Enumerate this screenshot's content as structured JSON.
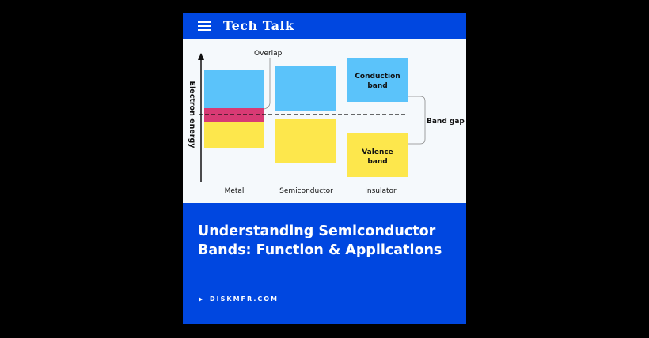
{
  "header": {
    "brand": "Tech Talk",
    "menu_icon": "hamburger-menu-icon"
  },
  "figure": {
    "axis_label": "Electron energy",
    "overlap_label": "Overlap",
    "band_gap_label": "Band gap",
    "conduction_label": [
      "Conduction",
      "band"
    ],
    "valence_label": [
      "Valence",
      "band"
    ],
    "categories": [
      "Metal",
      "Semiconductor",
      "Insulator"
    ],
    "colors": {
      "conduction": "#5bc3fa",
      "valence": "#fde74c",
      "overlap": "#d83a74"
    }
  },
  "article": {
    "title": "Understanding Semiconductor Bands: Function & Applications",
    "source": "DISKMFR.COM"
  },
  "colors": {
    "brand_blue": "#0047e0",
    "background": "#000000"
  }
}
